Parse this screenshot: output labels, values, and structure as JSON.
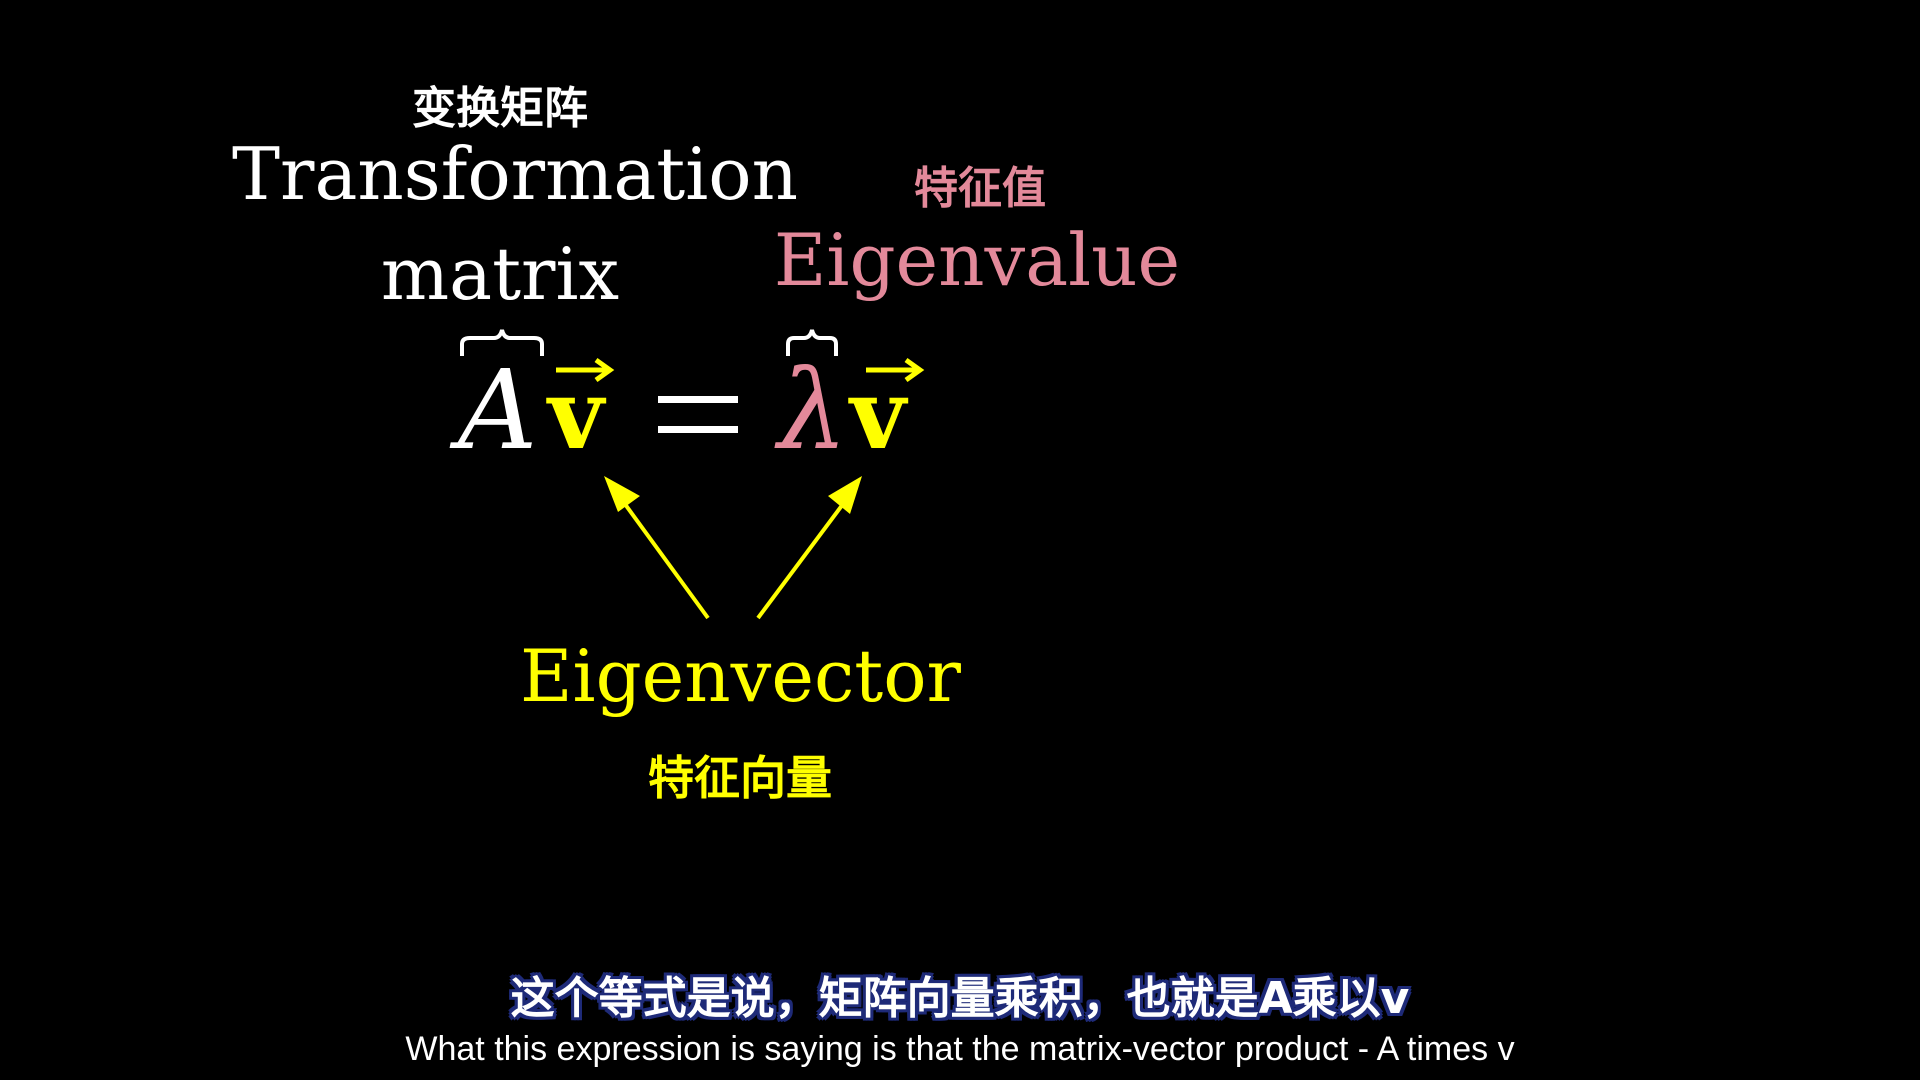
{
  "labels": {
    "matrix_cn": "变换矩阵",
    "transformation_en": "Transformation",
    "matrix_en": "matrix",
    "eigenvalue_cn": "特征值",
    "eigenvalue_en": "Eigenvalue",
    "eigenvector_en": "Eigenvector",
    "eigenvector_cn": "特征向量"
  },
  "equation": {
    "matrix_symbol": "A",
    "vector_symbol": "v",
    "equals": "=",
    "lambda_symbol": "λ"
  },
  "subtitles": {
    "cn": "这个等式是说，矩阵向量乘积，也就是A乘以v",
    "en": "What this expression is saying is that the matrix-vector product - A times v"
  },
  "colors": {
    "background": "#000000",
    "white": "#ffffff",
    "eigenvalue_pink": "#e3899a",
    "eigenvector_yellow": "#ffff00",
    "subtitle_outline": "#1e2a78"
  }
}
